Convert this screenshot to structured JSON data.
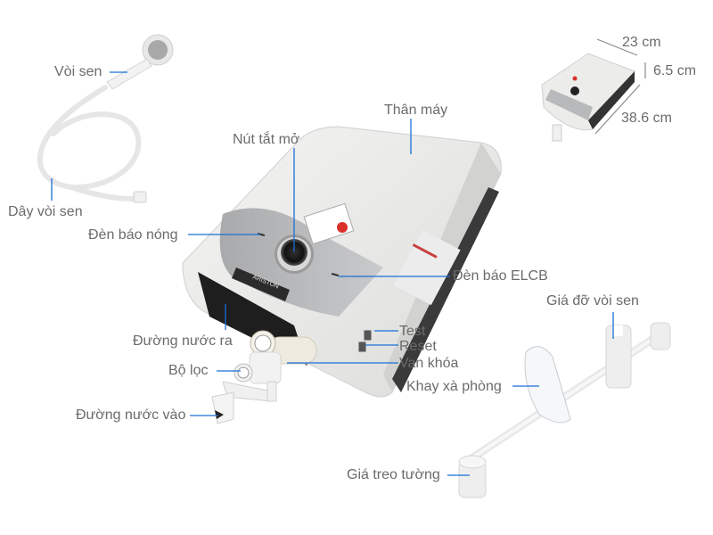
{
  "title": "Ariston water heater parts diagram",
  "colors": {
    "leader_line": "#1a6fd6",
    "label_text": "#6b6b6b",
    "body_white": "#ececea",
    "panel_gray": "#b8b9bb",
    "dark": "#2a2a2a",
    "accent_red": "#d9302c"
  },
  "brand": "ARISTON",
  "labels": {
    "shower_head": "Vòi sen",
    "shower_hose": "Dây vòi sen",
    "heat_indicator": "Đèn báo nóng",
    "power_button": "Nút tắt mở",
    "body": "Thân máy",
    "elcb_indicator": "Đèn báo ELCB",
    "water_outlet": "Đường nước ra",
    "filter": "Bộ lọc",
    "water_inlet": "Đường nước vào",
    "test": "Test",
    "reset": "Reset",
    "valve": "Van khóa",
    "shower_holder": "Giá đỡ vòi sen",
    "soap_tray": "Khay xà phòng",
    "wall_mount": "Giá treo tường"
  },
  "dimensions": {
    "width": "23 cm",
    "depth": "6.5 cm",
    "height": "38.6 cm"
  }
}
